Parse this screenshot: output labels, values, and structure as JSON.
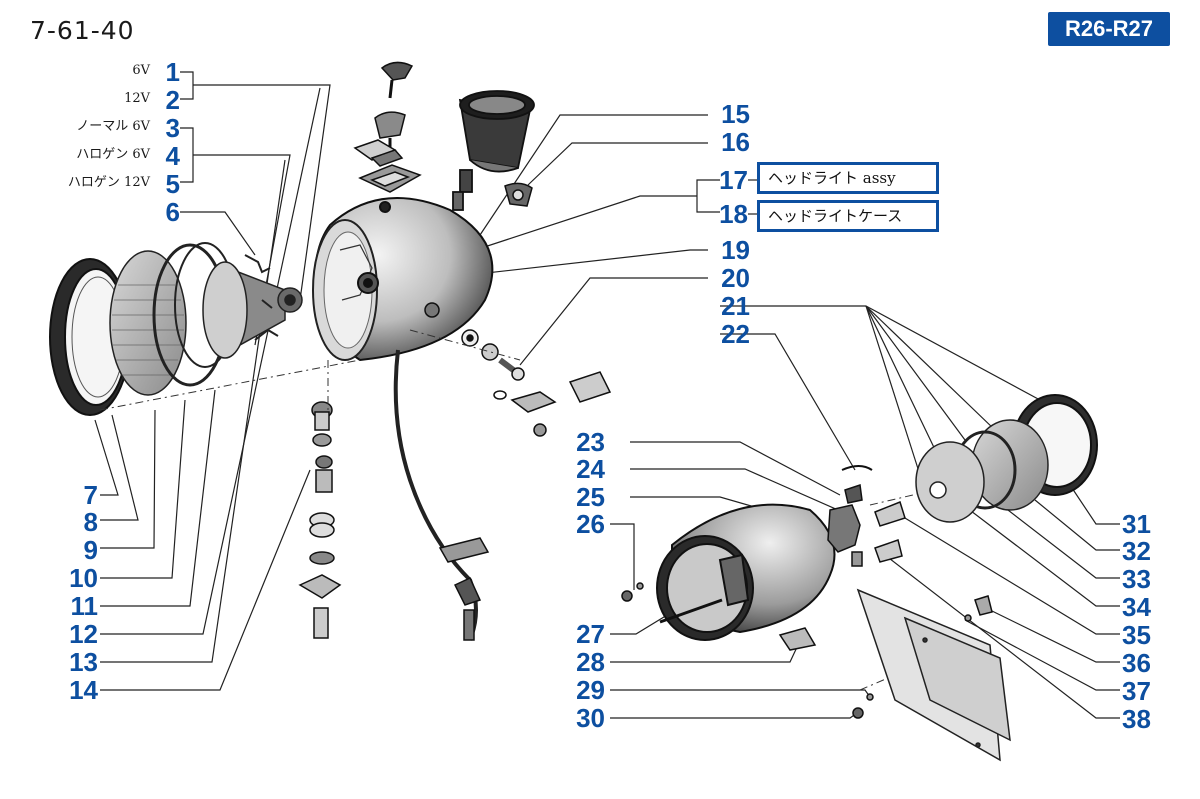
{
  "page_code": "7-61-40",
  "model_badge": "R26-R27",
  "variant_labels": {
    "v1": "6V",
    "v2": "12V",
    "v3": "ノーマル 6V",
    "v4": "ハロゲン 6V",
    "v5": "ハロゲン 12V"
  },
  "boxed_labels": {
    "b17": "ヘッドライト assy",
    "b18": "ヘッドライトケース"
  },
  "part_numbers": {
    "n1": "1",
    "n2": "2",
    "n3": "3",
    "n4": "4",
    "n5": "5",
    "n6": "6",
    "n7": "7",
    "n8": "8",
    "n9": "9",
    "n10": "10",
    "n11": "11",
    "n12": "12",
    "n13": "13",
    "n14": "14",
    "n15": "15",
    "n16": "16",
    "n17": "17",
    "n18": "18",
    "n19": "19",
    "n20": "20",
    "n21": "21",
    "n22": "22",
    "n23": "23",
    "n24": "24",
    "n25": "25",
    "n26": "26",
    "n27": "27",
    "n28": "28",
    "n29": "29",
    "n30": "30",
    "n31": "31",
    "n32": "32",
    "n33": "33",
    "n34": "34",
    "n35": "35",
    "n36": "36",
    "n37": "37",
    "n38": "38"
  },
  "colors": {
    "accent": "#0d4fa0",
    "line": "#222222",
    "part_fill": "#e6e6e6",
    "part_dark": "#3a3a3a"
  }
}
